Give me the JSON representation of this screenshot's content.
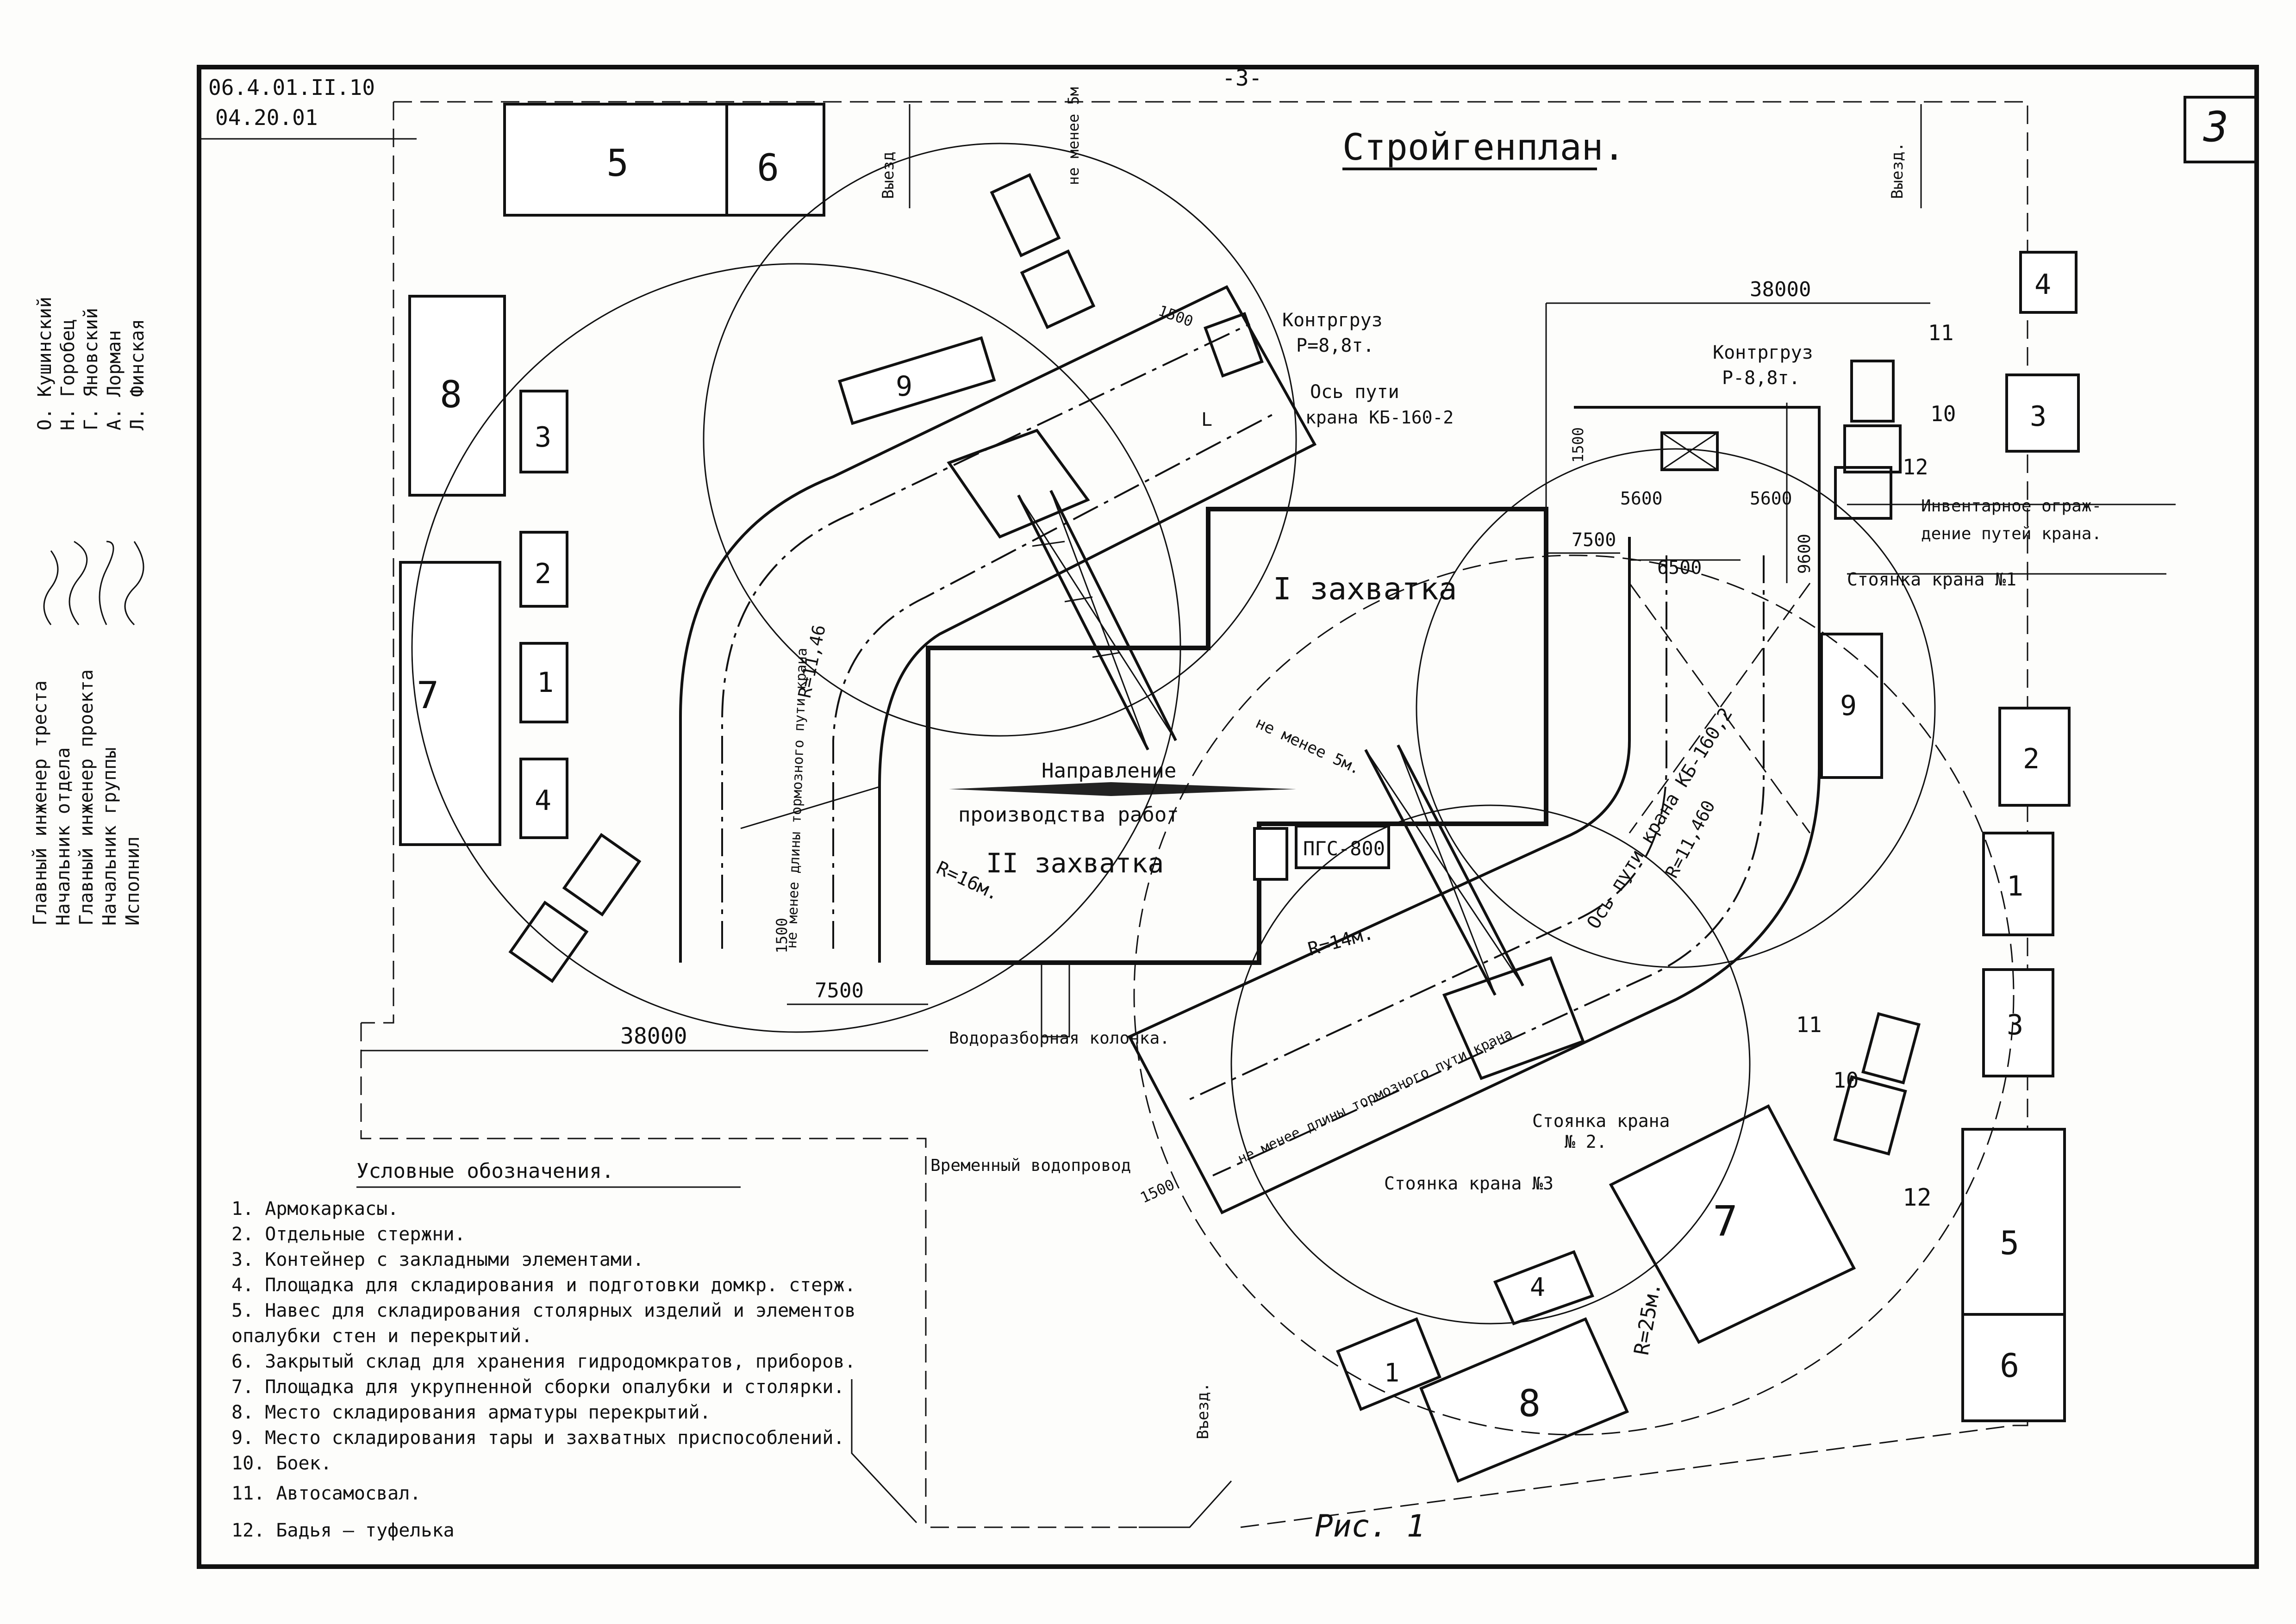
{
  "sheet": {
    "code_line1": "06.4.01.II.10",
    "code_line2": "04.20.01",
    "page_number": "3",
    "sheet_index": "-3-",
    "title": "Стройгенплан.",
    "caption": "Рис. 1"
  },
  "stamp": {
    "roles": [
      "Главный инженер треста",
      "Начальник отдела",
      "Главный инженер проекта",
      "Начальник группы",
      "Исполнил"
    ],
    "names": [
      "О. Кушинский",
      "Н. Горобец",
      "Г. Яновский",
      "А. Лорман",
      "Л. Финская"
    ]
  },
  "zones": {
    "zone1": "I захватка",
    "zone2": "II захватка",
    "direction": "Направление",
    "direction2": "производства работ",
    "pgs": "ПГС-800"
  },
  "cranes": {
    "counterweight": "Контргруз",
    "counterweight_value": "Р=8,8т.",
    "counterweight2": "Контргруз",
    "counterweight2_value": "Р-8,8т.",
    "axis_label": "Ось пути",
    "axis_crane": "крана КБ-160-2",
    "axis_crane2": "Ось пути крана КБ-160,2",
    "parking1": "Стоянка крана №1",
    "parking2": "Стоянка крана",
    "parking2_no": "№ 2.",
    "parking3": "Стоянка крана №3",
    "fence": "Инвентарное ограж-",
    "fence2": "дение путей крана.",
    "r_small1": "R=11,46",
    "r_small2": "R=11,460",
    "r16": "R=16м.",
    "r14": "R=14м.",
    "r25": "R=25м.",
    "not_less_5m": "не менее 5м.",
    "not_less_5m_top": "не менее 5м",
    "brake_len": "не менее длины тормозного пути крана",
    "brake_len2": "не менее длины тормозного пути крана",
    "water_column": "Водоразборная колонка.",
    "temp_water": "Временный водопровод",
    "exit": "Выезд",
    "exit2": "Выезд.",
    "exit3": "Въезд."
  },
  "dimensions": {
    "d38000_top": "38000",
    "d38000_bottom": "38000",
    "d7500_bottom": "7500",
    "d7500_right": "7500",
    "d6500": "6500",
    "d5600_left": "5600",
    "d5600_right": "5600",
    "d1500_top": "1500",
    "d1500_right": "1500",
    "d1500_bl": "1500",
    "d1500_br": "1500",
    "d9600": "9600",
    "L": "L"
  },
  "blocks": {
    "b1": "1",
    "b2": "2",
    "b3": "3",
    "b4": "4",
    "b5": "5",
    "b6": "6",
    "b7": "7",
    "b8": "8",
    "b9": "9",
    "n10": "10",
    "n11": "11",
    "n12": "12"
  },
  "legend": {
    "title": "Условные обозначения.",
    "items": [
      "1.  Армокаркасы.",
      "2.  Отдельные стержни.",
      "3.  Контейнер с закладными элементами.",
      "4.  Площадка для складирования и подготовки домкр. стерж.",
      "5.  Навес для складирования столярных изделий и элементов",
      "    опалубки стен и перекрытий.",
      "6.  Закрытый склад для хранения гидродомкратов, приборов.",
      "7.  Площадка для укрупненной сборки опалубки и столярки.",
      "8.  Место складирования арматуры перекрытий.",
      "9.  Место складирования тары и захватных приспособлений.",
      "10.  Боек.",
      "11.  Автосамосвал.",
      "12.  Бадья — туфелька"
    ]
  }
}
